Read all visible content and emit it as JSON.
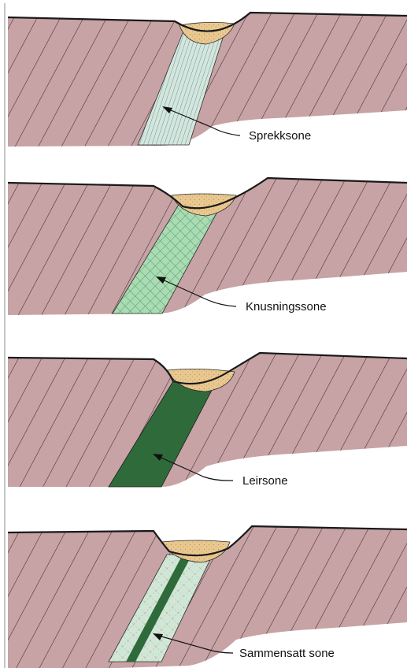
{
  "panels": [
    {
      "id": "sprekksone",
      "label": "Sprekksone",
      "fill": "pattern-fine-lines"
    },
    {
      "id": "knusningssone",
      "label": "Knusningssone",
      "fill": "pattern-crosshatch"
    },
    {
      "id": "leirsone",
      "label": "Leirsone",
      "fill": "solid-dark-green"
    },
    {
      "id": "sammensatt",
      "label": "Sammensatt sone",
      "fill": "pattern-crosshatch-with-clay-band"
    }
  ],
  "colors": {
    "rock": "#c7a3a5",
    "rock_line": "#3a2a2c",
    "sediment": "#e9c88f",
    "sediment_dot": "#b88d5a",
    "zone_light": "#cfe3d8",
    "zone_cross": "#a9dcb3",
    "clay": "#2f6b3a",
    "outline": "#1a1a1a"
  }
}
